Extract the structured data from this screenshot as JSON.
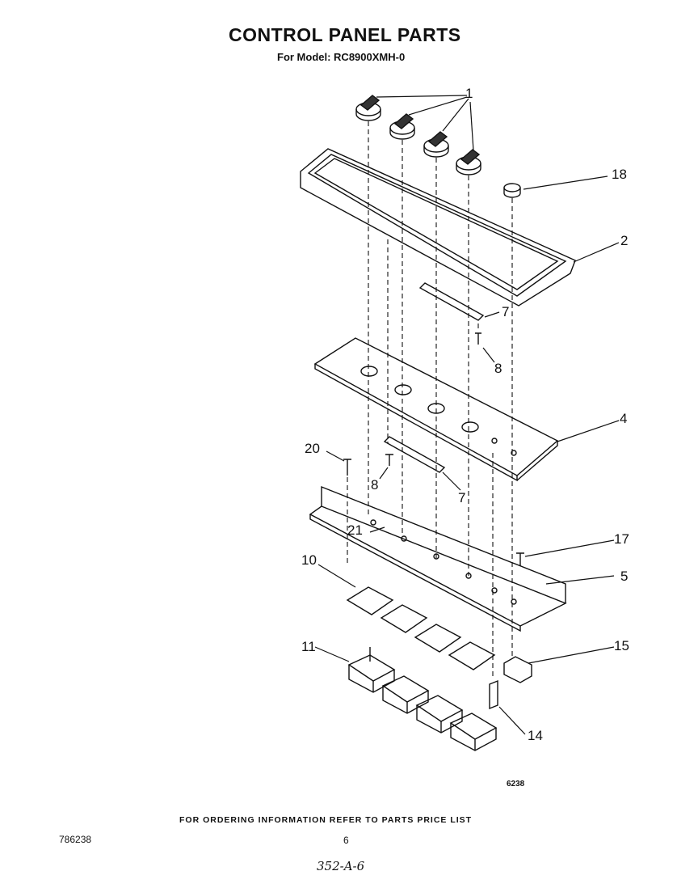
{
  "header": {
    "title": "CONTROL PANEL PARTS",
    "model": "For Model: RC8900XMH-0"
  },
  "footer": {
    "ordering_note": "FOR ORDERING INFORMATION REFER TO PARTS PRICE LIST",
    "document_number": "786238",
    "page_number": "6",
    "handwritten_note": "352-A-6",
    "figure_code": "6238"
  },
  "callouts": {
    "c1": "1",
    "c18": "18",
    "c2": "2",
    "c7a": "7",
    "c8a": "8",
    "c4": "4",
    "c20": "20",
    "c8b": "8",
    "c7b": "7",
    "c21": "21",
    "c17": "17",
    "c10": "10",
    "c5": "5",
    "c11": "11",
    "c15": "15",
    "c14": "14"
  }
}
